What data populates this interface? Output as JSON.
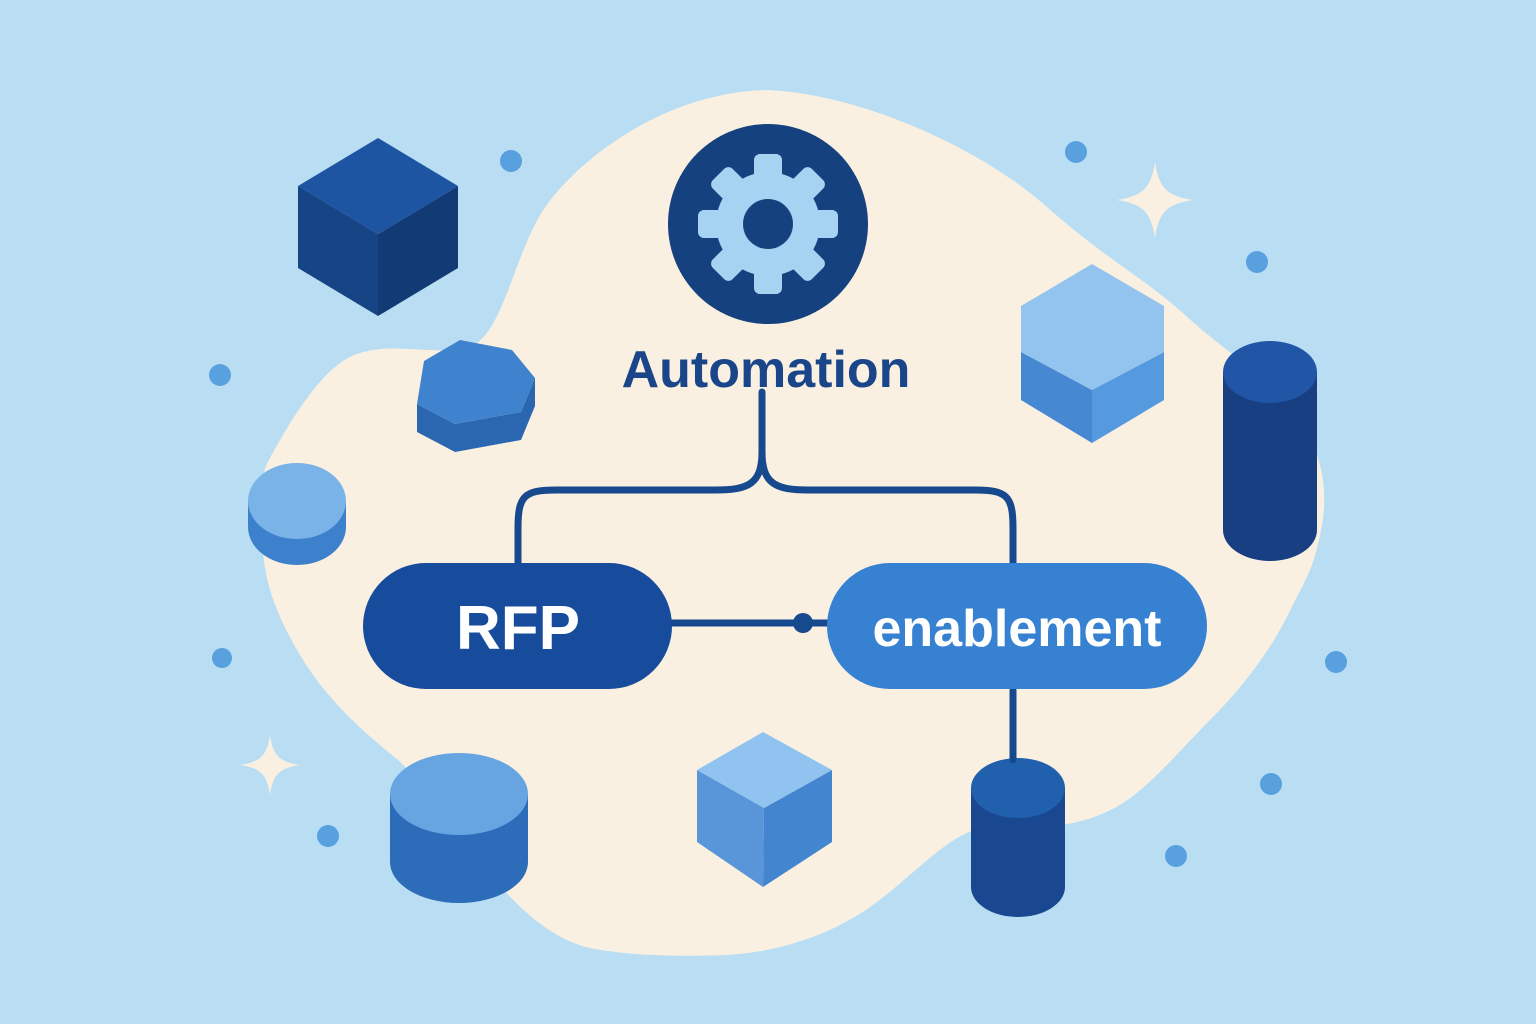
{
  "illustration": {
    "theme": "RFP automation and enablement flow illustration",
    "nodes": {
      "automation": {
        "label": "Automation"
      },
      "rfp": {
        "label": "RFP"
      },
      "enablement": {
        "label": "enablement"
      }
    },
    "icons": [
      {
        "name": "gear-icon",
        "meaning": "automation / settings"
      }
    ],
    "decorations": {
      "shapes": [
        "dark-cube",
        "heptagon",
        "disc",
        "light-hexagon",
        "tall-cylinder",
        "squat-cylinder",
        "light-cube",
        "small-cylinder"
      ],
      "sparkle_count": 2,
      "dot_count": 9
    },
    "colors": {
      "background": "#b9def4",
      "blob": "#faf0e1",
      "badge": "#16417f",
      "gear": "#a6d3f2",
      "connector": "#17498e",
      "rfp_fill": "#174b9c",
      "enablement_fill": "#3781d2",
      "dot": "#59a0de",
      "sparkle": "#faf0e1",
      "text_navy": "#1a4689",
      "text_white": "#ffffff"
    }
  }
}
